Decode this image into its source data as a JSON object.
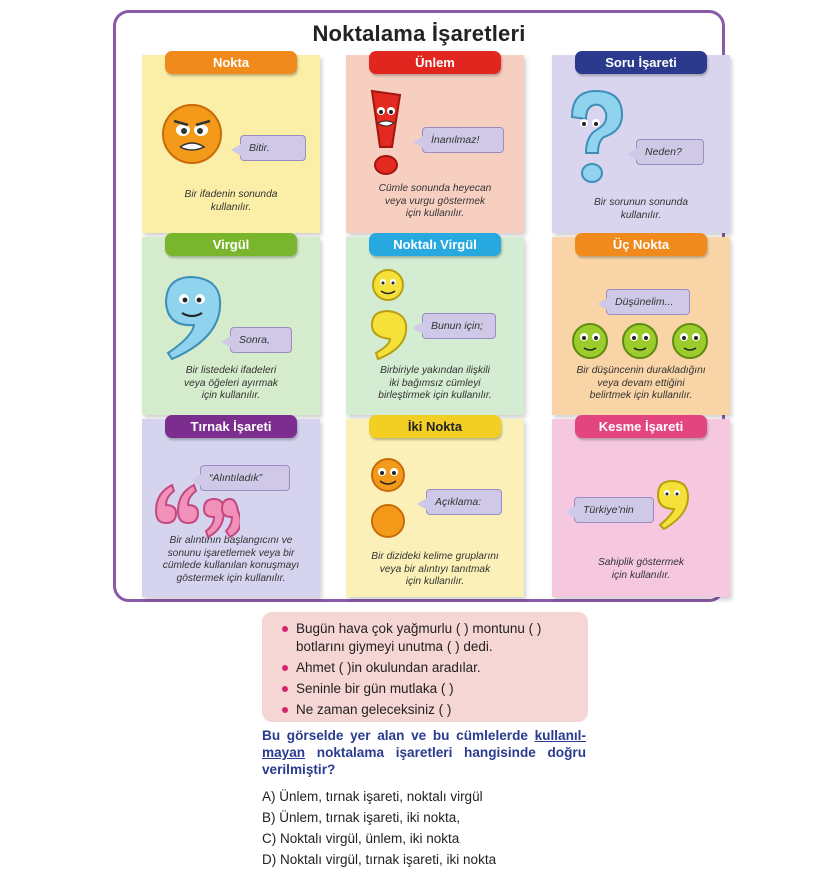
{
  "poster": {
    "title": "Noktalama İşaretleri",
    "cards": [
      {
        "label": "Nokta",
        "bubble": "Bitir.",
        "desc": "Bir ifadenin sonunda\nkullanılır."
      },
      {
        "label": "Ünlem",
        "bubble": "İnanılmaz!",
        "desc": "Cümle sonunda heyecan\nveya vurgu göstermek\niçin kullanılır."
      },
      {
        "label": "Soru İşareti",
        "bubble": "Neden?",
        "desc": "Bir sorunun sonunda\nkullanılır."
      },
      {
        "label": "Virgül",
        "bubble": "Sonra,",
        "desc": "Bir listedeki ifadeleri\nveya öğeleri ayırmak\niçin kullanılır."
      },
      {
        "label": "Noktalı Virgül",
        "bubble": "Bunun için;",
        "desc": "Birbiriyle yakından ilişkili\niki bağımsız cümleyi\nbirleştirmek için kullanılır."
      },
      {
        "label": "Üç Nokta",
        "bubble": "Düşünelim...",
        "desc": "Bir düşüncenin durakladığını\nveya devam ettiğini\nbelirtmek için kullanılır."
      },
      {
        "label": "Tırnak İşareti",
        "bubble": "“Alıntıladık”",
        "desc": "Bir alıntının başlangıcını ve\nsonunu işaretlemek veya bir\ncümlede kullanılan konuşmayı\ngöstermek için kullanılır."
      },
      {
        "label": "İki Nokta",
        "bubble": "Açıklama:",
        "desc": "Bir dizideki kelime gruplarını\nveya bir alıntıyı tanıtmak\niçin kullanılır."
      },
      {
        "label": "Kesme İşareti",
        "bubble": "Türkiye’nin",
        "desc": "Sahiplik göstermek\niçin kullanılır."
      }
    ]
  },
  "questions": [
    "Bugün hava çok yağmurlu (   ) montunu (   ) botlarını giymeyi unutma (   ) dedi.",
    "Ahmet (   )in okulundan aradılar.",
    "Seninle bir gün mutlaka (   )",
    "Ne zaman geleceksiniz (   )"
  ],
  "stem": {
    "part1": "Bu görselde yer alan ve bu cümlelerde ",
    "underlined": "kullanıl-mayan",
    "part2": " noktalama işaretleri hangisinde doğru verilmiştir?"
  },
  "options": [
    "A)  Ünlem, tırnak işareti, noktalı virgül",
    "B)  Ünlem, tırnak işareti, iki nokta,",
    "C)  Noktalı virgül, ünlem, iki nokta",
    "D)  Noktalı virgül, tırnak işareti, iki nokta"
  ],
  "colors": {
    "border": "#8a5aa8",
    "labels": [
      "#f08a1c",
      "#e0261e",
      "#2b3a8c",
      "#7ab52e",
      "#27a8df",
      "#f08a1c",
      "#7b2e8e",
      "#f2cf22",
      "#e3467f"
    ],
    "cards": [
      "#fbeea7",
      "#f7cfc1",
      "#dad5ee",
      "#d4eccb",
      "#d4ecd1",
      "#f9d4a6",
      "#d5d3ee",
      "#fbf1b8",
      "#f5c8e0"
    ],
    "bullet": "#d6256f",
    "stem": "#2a3b8f"
  }
}
